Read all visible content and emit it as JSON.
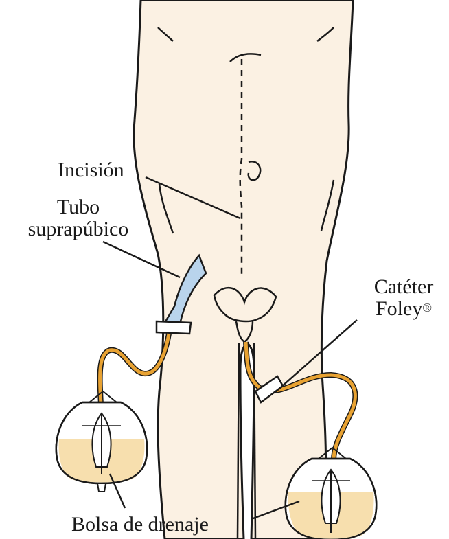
{
  "labels": {
    "incision": "Incisión",
    "tube_line1": "Tubo",
    "tube_line2": "suprapúbico",
    "catheter_line1": "Catéter",
    "catheter_line2": "Foley",
    "catheter_mark": "®",
    "bag": "Bolsa de drenaje"
  },
  "colors": {
    "skin": "#fbf1e3",
    "outline": "#1a1a1a",
    "tubing": "#e8a232",
    "tube_blue": "#b9d4ec",
    "urine": "#f7dfae"
  }
}
